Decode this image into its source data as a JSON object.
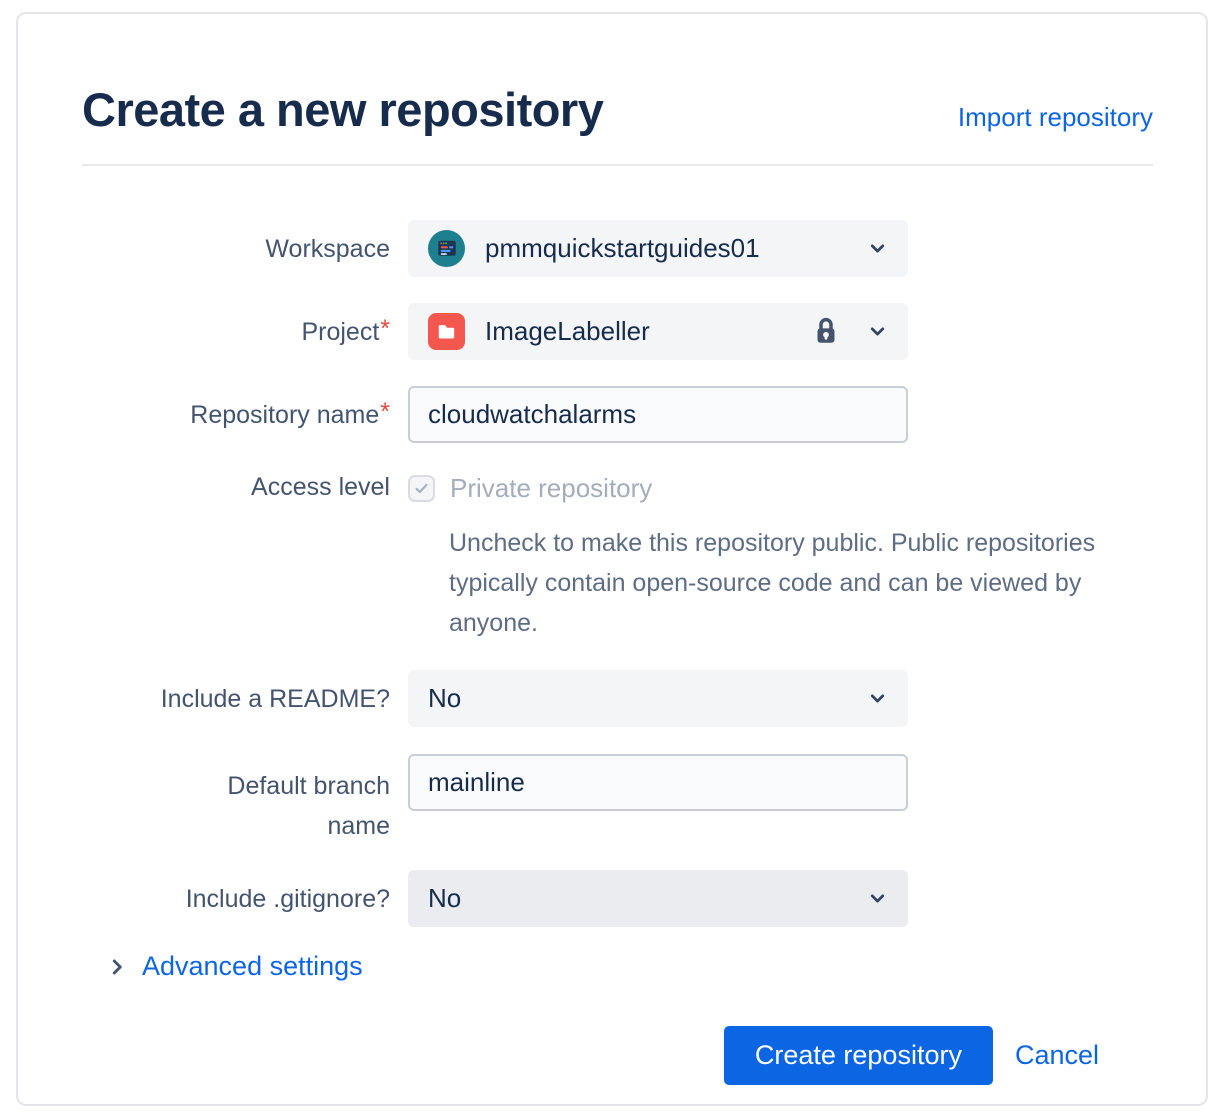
{
  "header": {
    "title": "Create a new repository",
    "import_link": "Import repository"
  },
  "required_marker": "*",
  "form": {
    "workspace": {
      "label": "Workspace",
      "value": "pmmquickstartguides01",
      "control": "select"
    },
    "project": {
      "label": "Project",
      "required": true,
      "value": "ImageLabeller",
      "locked": true,
      "control": "select"
    },
    "repository_name": {
      "label": "Repository name",
      "required": true,
      "value": "cloudwatchalarms",
      "control": "text-input"
    },
    "access_level": {
      "label": "Access level",
      "checkbox_label": "Private repository",
      "checked": true,
      "disabled": true,
      "help_text": "Uncheck to make this repository public. Public repositories typically contain open-source code and can be viewed by anyone."
    },
    "include_readme": {
      "label": "Include a README?",
      "value": "No",
      "control": "select"
    },
    "default_branch": {
      "label": "Default branch name",
      "value": "mainline",
      "control": "text-input"
    },
    "include_gitignore": {
      "label": "Include .gitignore?",
      "value": "No",
      "control": "select"
    }
  },
  "advanced_settings": {
    "label": "Advanced settings"
  },
  "footer": {
    "create_label": "Create repository",
    "cancel_label": "Cancel"
  },
  "icons": {
    "workspace_avatar": "workspace-avatar-icon",
    "project": "project-folder-icon",
    "lock": "lock-icon",
    "chevron_down": "chevron-down-icon",
    "chevron_right": "chevron-right-icon",
    "checkmark": "checkmark-icon"
  },
  "colors": {
    "title_navy": "#172B4D",
    "label_slate": "#44546F",
    "link_blue": "#0C66E4",
    "primary_button_blue": "#0C66E4",
    "required_red": "#E2483D",
    "field_gray": "#F4F5F7",
    "workspace_avatar_teal": "#1E7F8F",
    "project_icon_red": "#F4574D",
    "disabled_text_gray": "#A5ADBA",
    "help_text_gray": "#5E6C84"
  }
}
